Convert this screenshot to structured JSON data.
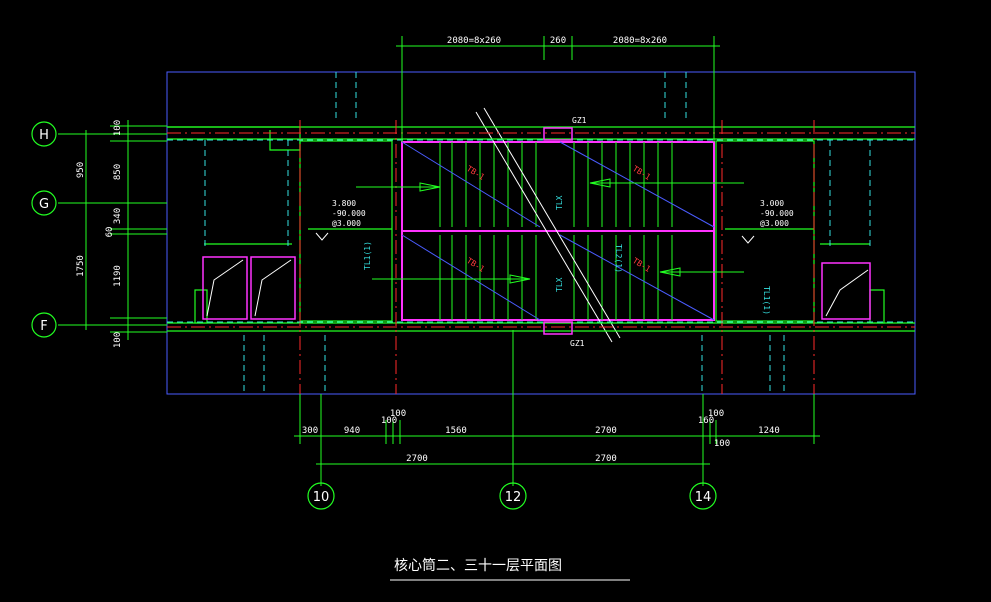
{
  "drawing": {
    "title": "核心筒二、三十一层平面图",
    "colors": {
      "green": "#22ff22",
      "red": "#ff2a2a",
      "cyan": "#35e0e0",
      "magenta": "#ff33ff",
      "blue": "#4a5cff",
      "white": "#ffffff"
    }
  },
  "axes": {
    "left": [
      {
        "label": "H"
      },
      {
        "label": "G"
      },
      {
        "label": "F"
      }
    ],
    "bottom": [
      {
        "label": "10"
      },
      {
        "label": "12"
      },
      {
        "label": "14"
      }
    ]
  },
  "dimensions": {
    "top": [
      "2080=8x260",
      "260",
      "2080=8x260"
    ],
    "left_outer": [
      "950",
      "1750"
    ],
    "left_inner": [
      "100",
      "850",
      "340",
      "60",
      "1190",
      "100"
    ],
    "bottom_row1": [
      "300",
      "940",
      "100",
      "100",
      "1560",
      "2700",
      "160",
      "100",
      "100",
      "1240"
    ],
    "bottom_row2": [
      "2700",
      "2700"
    ]
  },
  "labels": {
    "gz1_top": "GZ1",
    "gz1_bottom": "GZ1",
    "tb_upper_left": "TB-1",
    "tb_upper_right": "TB-1",
    "tb_lower_left": "TB-1",
    "tb_lower_right": "TB-1",
    "tl_left": "TL1(1)",
    "tl_center_upper": "TLX",
    "tl_center_lower": "TLX",
    "tl2": "TL2(1)",
    "tl_right": "TL1(1)",
    "elev_left": [
      "3.800",
      "-90.000",
      "@3.000"
    ],
    "elev_right": [
      "3.000",
      "-90.000",
      "@3.000"
    ]
  }
}
